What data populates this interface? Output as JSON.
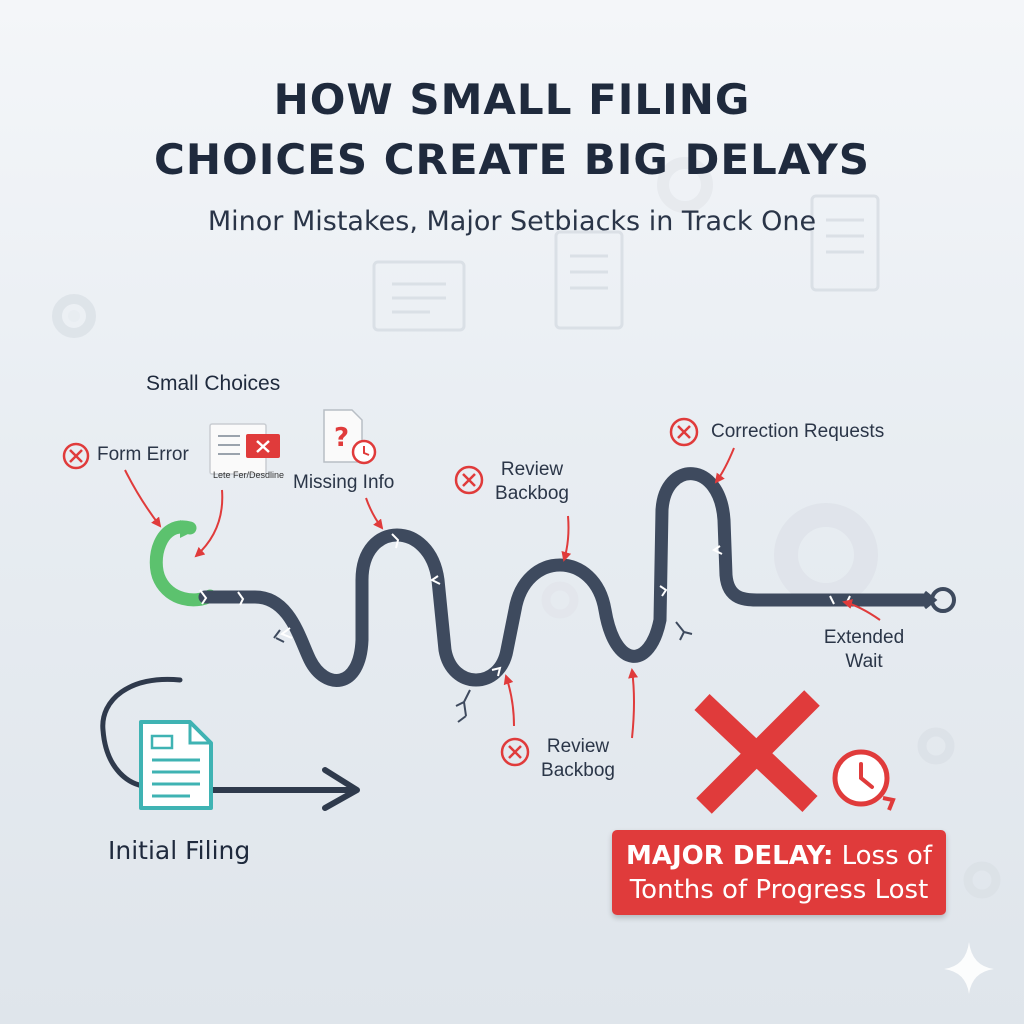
{
  "title": {
    "line1": "HOW SMALL FILING",
    "line2": "CHOICES CREATE BIG DELAYS"
  },
  "subtitle": "Minor Mistakes, Major Setbiacks in Track One",
  "labels": {
    "small_choices": "Small Choices",
    "form_error": "Form Error",
    "doc_caption": "Lete Fer/Desdline",
    "missing_info": "Missing Info",
    "review_top_line1": "Review",
    "review_top_line2": "Backbog",
    "correction_requests": "Correction Requests",
    "extended_line1": "Extended",
    "extended_line2": "Wait",
    "review_bottom_line1": "Review",
    "review_bottom_line2": "Backbog",
    "initial_filing": "Initial Filing"
  },
  "delay": {
    "bold": "MAJOR DELAY:",
    "rest_line1": "Loss of",
    "line2": "Tonths of Progress Lost"
  },
  "colors": {
    "path": "#3e4a5e",
    "accent_red": "#e03b3b",
    "green": "#5cc26e",
    "teal": "#3fb3b3",
    "title": "#1f2a3d"
  },
  "icons": [
    "x-circle-icon",
    "document-x-icon",
    "document-question-clock-icon",
    "clock-icon",
    "big-x-icon",
    "document-icon",
    "gear-icon",
    "sparkle-icon"
  ]
}
